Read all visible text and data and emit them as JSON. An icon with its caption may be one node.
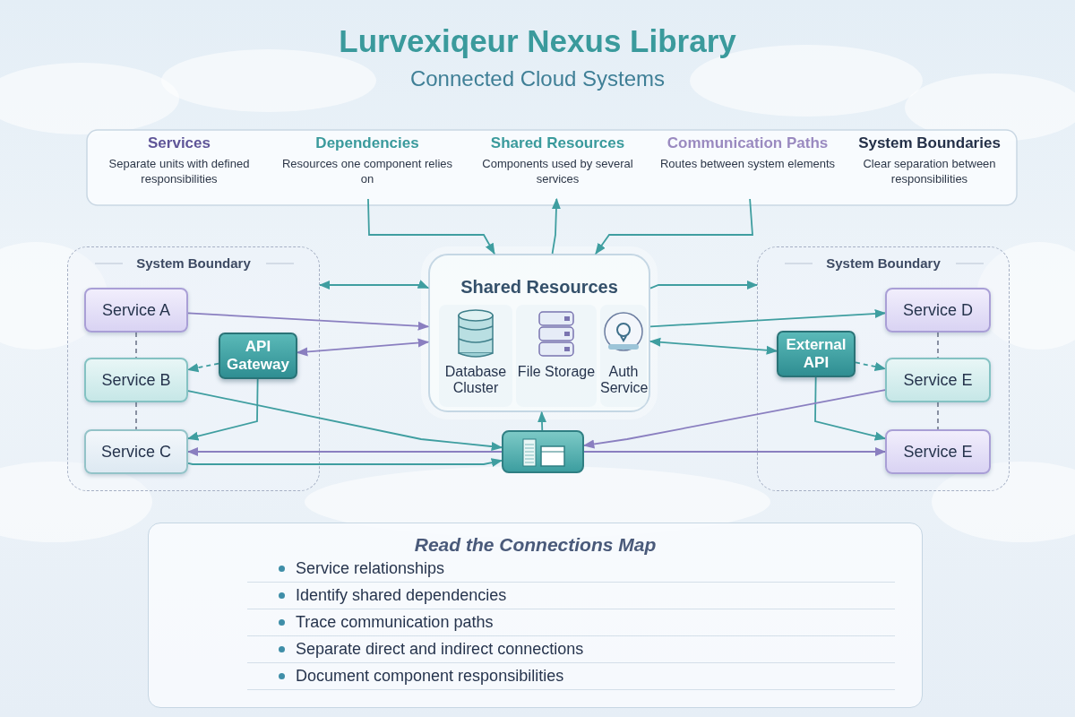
{
  "diagram": {
    "title": "Lurvexiqeur Nexus Library",
    "nodes": [
      {
        "text": [
          "Services",
          "Separate units with defined responsibilities"
        ]
      },
      {
        "text": [
          "Dependencies",
          "Resources one component relies on"
        ]
      },
      {
        "text": [
          "Shared Resources",
          "Components used by several services"
        ]
      },
      {
        "text": [
          "Communication Paths",
          "Routes between system elements"
        ]
      },
      {
        "text": [
          "System Boundaries",
          "Clear separation between responsibilities"
        ]
      },
      {
        "text": [
          "System Boundary"
        ]
      },
      {
        "text": [
          "Service A"
        ],
        "in": 5
      },
      {
        "text": [
          "Service B"
        ],
        "in": 5
      },
      {
        "text": [
          "Service C"
        ],
        "in": 5
      },
      {
        "text": [
          "API Gateway"
        ],
        "in": 5
      },
      {
        "text": [
          "Shared Resources"
        ]
      },
      {
        "text": [
          "Database Cluster"
        ],
        "in": 10
      },
      {
        "text": [
          "File Storage"
        ],
        "in": 10
      },
      {
        "text": [
          "Auth Service"
        ],
        "in": 10
      },
      {
        "text": [],
        "shape": "box"
      },
      {
        "text": [
          "System Boundary"
        ]
      },
      {
        "text": [
          "External API"
        ],
        "in": 15
      },
      {
        "text": [
          "Service D"
        ],
        "in": 15
      },
      {
        "text": [
          "Service E"
        ],
        "in": 15
      },
      {
        "text": [
          "Service E"
        ],
        "in": 15
      },
      {
        "text": [
          "Read the Connections Map",
          "Service relationships",
          "Identify shared dependencies",
          "Trace communication paths",
          "Separate direct and indirect connections",
          "Document component responsibilities"
        ]
      }
    ],
    "edges": [
      {
        "from": 1,
        "to": 10,
        "arrow": "to"
      },
      {
        "from": 10,
        "to": 2,
        "arrow": "to"
      },
      {
        "from": 3,
        "to": 10,
        "arrow": "to"
      },
      {
        "from": 5,
        "to": 10,
        "arrow": "both"
      },
      {
        "from": 10,
        "to": 15,
        "arrow": "to"
      },
      {
        "from": 6,
        "to": 10,
        "arrow": "to",
        "color": "#8a7fc0"
      },
      {
        "from": 10,
        "to": 17,
        "arrow": "to"
      },
      {
        "from": 6,
        "to": 7,
        "arrow": "none",
        "style": "dashed",
        "color": "#7d8598"
      },
      {
        "from": 7,
        "to": 8,
        "arrow": "none",
        "style": "dashed",
        "color": "#7d8598"
      },
      {
        "from": 9,
        "to": 7,
        "arrow": "to",
        "style": "dashed"
      },
      {
        "from": 9,
        "to": 8,
        "arrow": "to"
      },
      {
        "from": 10,
        "to": 9,
        "arrow": "both",
        "color": "#8a7fc0"
      },
      {
        "from": 7,
        "to": 14,
        "arrow": "to"
      },
      {
        "from": 14,
        "to": 8,
        "arrow": "to",
        "color": "#8a7fc0"
      },
      {
        "from": 8,
        "to": 14,
        "arrow": "to"
      },
      {
        "from": 14,
        "to": 10,
        "arrow": "to"
      },
      {
        "from": 10,
        "to": 16,
        "arrow": "both"
      },
      {
        "from": 16,
        "to": 18,
        "arrow": "to",
        "style": "dashed"
      },
      {
        "from": 16,
        "to": 19,
        "arrow": "to"
      },
      {
        "from": 14,
        "to": 19,
        "arrow": "to",
        "color": "#8a7fc0"
      },
      {
        "from": 18,
        "to": 14,
        "arrow": "to",
        "color": "#8a7fc0"
      },
      {
        "from": 17,
        "to": 18,
        "arrow": "none",
        "style": "dashed",
        "color": "#7d8598"
      },
      {
        "from": 18,
        "to": 19,
        "arrow": "none",
        "style": "dashed",
        "color": "#7d8598"
      }
    ],
    "labels": [
      "Connected Cloud Systems"
    ]
  }
}
